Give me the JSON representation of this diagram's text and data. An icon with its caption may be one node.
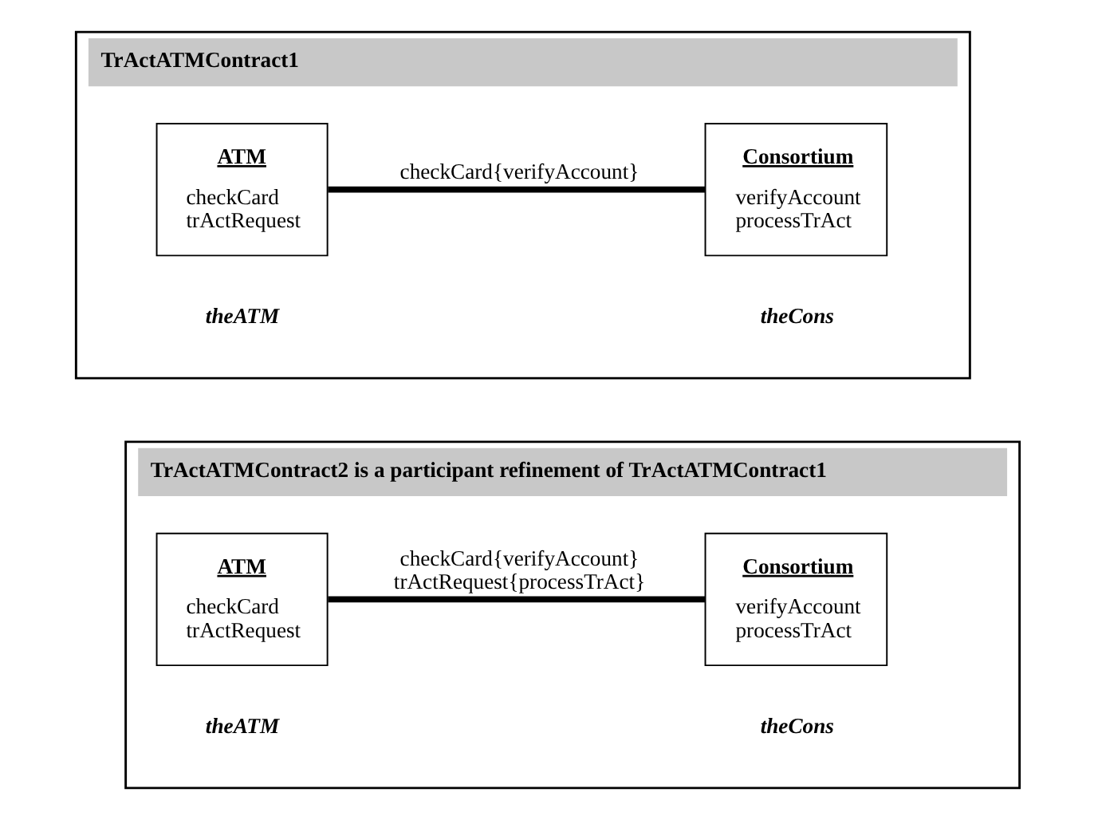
{
  "diagram": {
    "nodes": [
      {
        "text": [
          "TrActATMContract1"
        ]
      },
      {
        "text": [
          "ATM",
          "checkCard trActRequest"
        ],
        "in": 0
      },
      {
        "text": [
          "Consortium",
          "verifyAccount processTrAct"
        ],
        "in": 0
      },
      {
        "text": [
          "TrActATMContract2 is a participant refinement of TrActATMContract1"
        ]
      },
      {
        "text": [
          "ATM",
          "checkCard trActRequest"
        ],
        "in": 3
      },
      {
        "text": [
          "Consortium",
          "verifyAccount processTrAct"
        ],
        "in": 3
      }
    ],
    "edges": [
      {
        "from": 1,
        "to": 2,
        "arrow": "none",
        "label": "checkCard{verifyAccount}"
      },
      {
        "from": 4,
        "to": 5,
        "arrow": "none",
        "label": "checkCard{verifyAccount} trActRequest{processTrAct}"
      }
    ],
    "labels": [
      "theATM",
      "theCons",
      "theATM",
      "theCons"
    ]
  }
}
